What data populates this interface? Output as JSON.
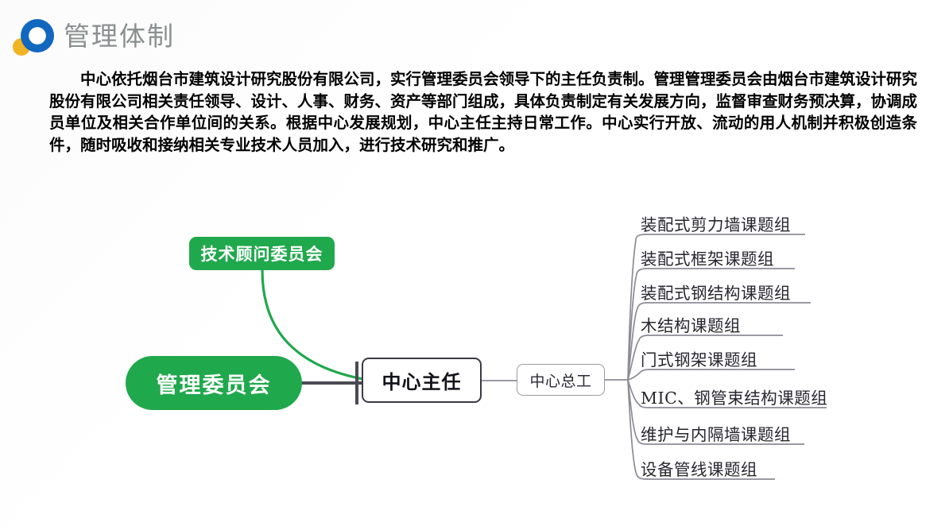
{
  "header": {
    "title": "管理体制",
    "logo_icon": "circle-ring-logo-icon",
    "logo_ring_color": "#1267BE",
    "logo_dot_color": "#F0B323",
    "title_color": "#8a8f8f"
  },
  "paragraph": {
    "text": "中心依托烟台市建筑设计研究股份有限公司，实行管理委员会领导下的主任负责制。管理管理委员会由烟台市建筑设计研究股份有限公司相关责任领导、设计、人事、财务、资产等部门组成，具体负责制定有关发展方向，监督审查财务预决算，协调成员单位及相关合作单位间的关系。根据中心发展规划，中心主任主持日常工作。中心实行开放、流动的用人机制并积极创造条件，随时吸收和接纳相关专业技术人员加入，进行技术研究和推广。"
  },
  "diagram": {
    "type": "organization-chart",
    "accent_green": "#20A84C",
    "connector_dark": "#4a4a52",
    "connector_gray": "#8c8c96",
    "nodes": {
      "advisory": "技术顾问委员会",
      "committee": "管理委员会",
      "director": "中心主任",
      "chief_engineer": "中心总工"
    },
    "research_groups": [
      "装配式剪力墙课题组",
      "装配式框架课题组",
      "装配式钢结构课题组",
      "木结构课题组",
      "门式钢架课题组",
      "MIC、钢管束结构课题组",
      "维护与内隔墙课题组",
      "设备管线课题组"
    ]
  }
}
